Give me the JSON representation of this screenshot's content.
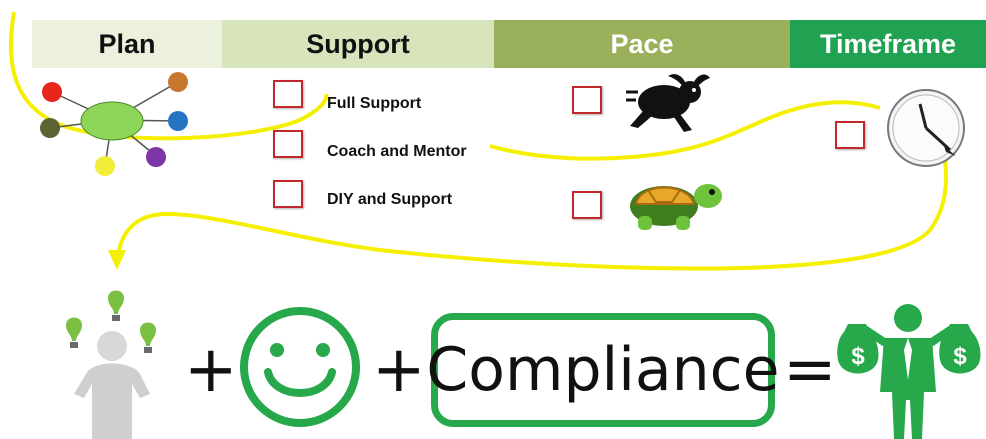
{
  "headers": {
    "plan": "Plan",
    "support": "Support",
    "pace": "Pace",
    "timeframe": "Timeframe"
  },
  "support_options": [
    "Full Support",
    "Coach and Mentor",
    "DIY and Support"
  ],
  "equation": {
    "plus1": "+",
    "plus2": "+",
    "compliance": "Compliance",
    "equals": "="
  },
  "money_symbol": "$",
  "icons": [
    "mind-map-icon",
    "rabbit-icon",
    "turtle-icon",
    "clock-icon",
    "thinking-person-icon",
    "smiley-icon",
    "money-person-icon"
  ],
  "colors": {
    "plan_bg": "#ebf1dd",
    "support_bg": "#d7e4bc",
    "pace_bg": "#9bb05a",
    "timeframe_bg": "#21a152",
    "path": "#f5f000",
    "checkbox_border": "#c0282b",
    "green": "#27a84a"
  }
}
